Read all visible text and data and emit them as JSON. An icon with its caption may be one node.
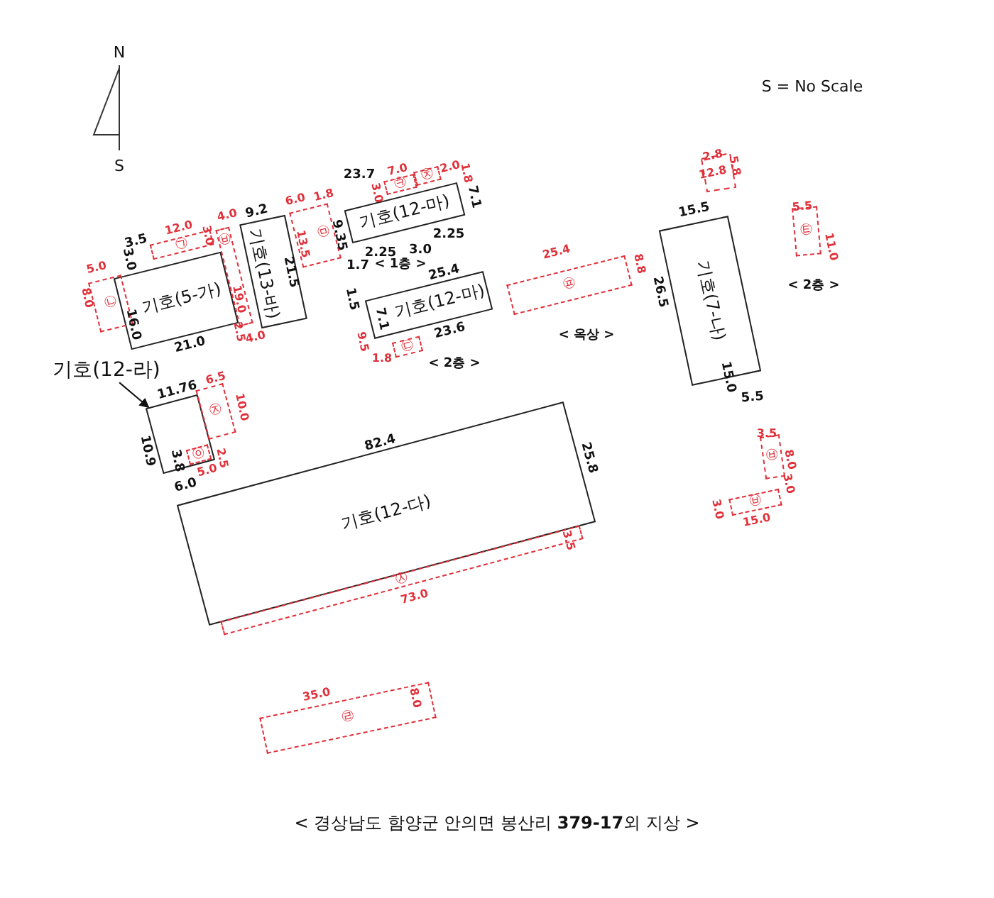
{
  "diagram": {
    "caption": "< 경상남도 함양군 안의면 봉산리 **379-17**외 지상 >",
    "nodes": [
      {
        "text": [
          "기호(5-가)"
        ]
      },
      {
        "text": [
          "기호(13-바)"
        ]
      },
      {
        "text": [
          "기호(12-마)"
        ]
      },
      {
        "text": [
          "기호(12-마)"
        ]
      },
      {
        "text": [
          "기호(7-나)"
        ]
      },
      {
        "text": [
          "기호(12-라)"
        ]
      },
      {
        "text": [],
        "shape": "box"
      },
      {
        "text": [
          "기호(12-다)"
        ]
      },
      {
        "text": [
          "㉠"
        ]
      },
      {
        "text": [
          "㉡"
        ]
      },
      {
        "text": [
          "㉥"
        ]
      },
      {
        "text": [
          "㉤"
        ]
      },
      {
        "text": [
          "㉪"
        ]
      },
      {
        "text": [
          "㉩"
        ]
      },
      {
        "text": [
          "㉢"
        ]
      },
      {
        "text": [
          "㉬"
        ]
      },
      {
        "text": [
          "㉫"
        ]
      },
      {
        "text": [
          "㉨"
        ]
      },
      {
        "text": [
          "㉧"
        ]
      },
      {
        "text": [
          "㉦"
        ]
      },
      {
        "text": [
          "㉥"
        ]
      },
      {
        "text": [
          "㉥"
        ]
      },
      {
        "text": [
          "㉣"
        ]
      }
    ],
    "edges": [
      {
        "from": 5,
        "to": 6,
        "arrow": "to"
      }
    ],
    "labels": [
      "N",
      "S",
      "S = No Scale",
      "3.5",
      "12.0",
      "3.0",
      "5.0",
      "8.0",
      "16.0",
      "21.0",
      "3.0",
      "4.0",
      "19.0",
      "2.5",
      "4.0",
      "9.2",
      "21.5",
      "6.0",
      "1.8",
      "13.5",
      "23.7",
      "7.0",
      "3.0",
      "2.0",
      "1.8",
      "7.1",
      "9.35",
      "2.25",
      "2.25",
      "3.0",
      "1.7",
      "< 1층 >",
      "25.4",
      "1.5",
      "7.1",
      "9.5",
      "23.6",
      "1.8",
      "< 2층 >",
      "25.4",
      "8.8",
      "< 옥상 >",
      "2.8",
      "12.8",
      "5.8",
      "15.5",
      "26.5",
      "15.0",
      "5.5",
      "5.5",
      "11.0",
      "< 2층 >",
      "11.76",
      "6.5",
      "10.0",
      "10.9",
      "3.8",
      "2.5",
      "5.0",
      "6.0",
      "82.4",
      "25.8",
      "3.5",
      "73.0",
      "3.5",
      "8.0",
      "3.0",
      "3.0",
      "15.0",
      "35.0",
      "8.0"
    ]
  }
}
